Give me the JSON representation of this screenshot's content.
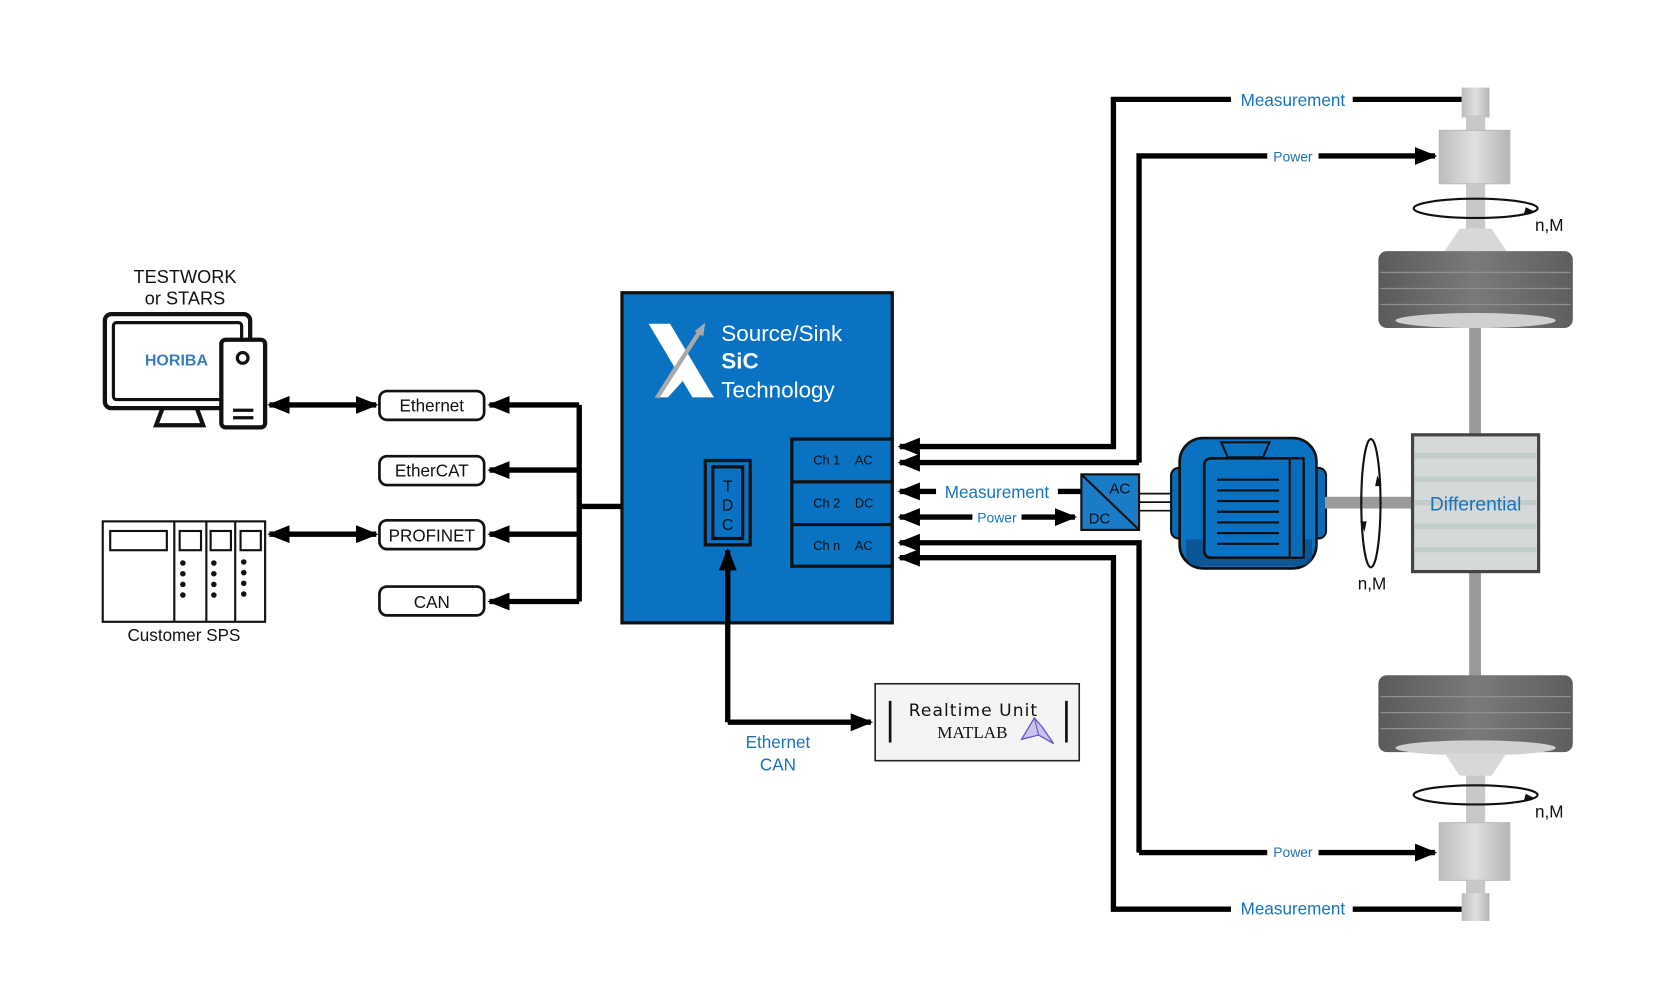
{
  "colors": {
    "main_blue": "#0a72c2",
    "label_blue": "#1a73b8",
    "dark_blue": "#0b4f88",
    "gray_wheel": "#6c6c6c",
    "gray_light": "#cfcfcf",
    "differential_fill": "#d6d9d9"
  },
  "left": {
    "pc_label_line1": "TESTWORK",
    "pc_label_line2": "or STARS",
    "pc_brand": "HORIBA",
    "sps_label": "Customer SPS"
  },
  "protocols": [
    {
      "label": "Ethernet"
    },
    {
      "label": "EtherCAT"
    },
    {
      "label": "PROFINET"
    },
    {
      "label": "CAN"
    }
  ],
  "main_unit": {
    "title_line1": "Source/Sink",
    "title_line2": "SiC",
    "title_line3": "Technology",
    "tdc_letters": [
      "T",
      "D",
      "C"
    ],
    "channels": [
      {
        "name": "Ch 1",
        "type": "AC"
      },
      {
        "name": "Ch 2",
        "type": "DC"
      },
      {
        "name": "Ch n",
        "type": "AC"
      }
    ]
  },
  "realtime": {
    "title": "Realtime Unit",
    "subtitle": "MATLAB",
    "link_line1": "Ethernet",
    "link_line2": "CAN"
  },
  "converter": {
    "top": "AC",
    "bottom": "DC"
  },
  "connections": {
    "measurement": "Measurement",
    "power": "Power"
  },
  "drivetrain": {
    "differential": "Differential",
    "torque_label": "n,M"
  }
}
